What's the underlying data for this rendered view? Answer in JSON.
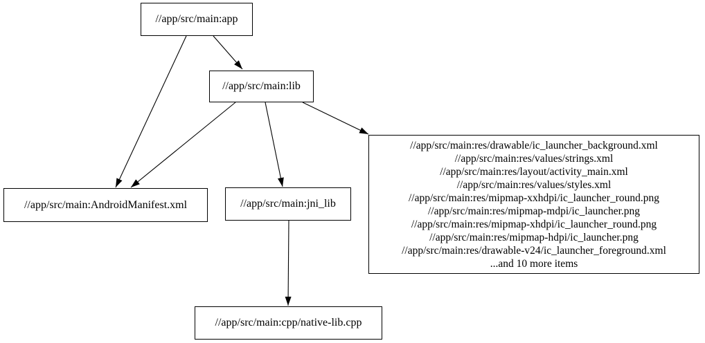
{
  "diagram": {
    "type": "dependency-graph",
    "background_color": "#ffffff",
    "stroke_color": "#000000",
    "node_fill_color": "#ffffff",
    "nodes": {
      "app": {
        "label": "//app/src/main:app"
      },
      "lib": {
        "label": "//app/src/main:lib"
      },
      "android_manifest": {
        "label": "//app/src/main:AndroidManifest.xml"
      },
      "jni_lib": {
        "label": "//app/src/main:jni_lib"
      },
      "native_lib_cpp": {
        "label": "//app/src/main:cpp/native-lib.cpp"
      },
      "resources": {
        "lines": [
          "//app/src/main:res/drawable/ic_launcher_background.xml",
          "//app/src/main:res/values/strings.xml",
          "//app/src/main:res/layout/activity_main.xml",
          "//app/src/main:res/values/styles.xml",
          "//app/src/main:res/mipmap-xxhdpi/ic_launcher_round.png",
          "//app/src/main:res/mipmap-mdpi/ic_launcher.png",
          "//app/src/main:res/mipmap-xhdpi/ic_launcher_round.png",
          "//app/src/main:res/mipmap-hdpi/ic_launcher.png",
          "//app/src/main:res/drawable-v24/ic_launcher_foreground.xml",
          "...and 10 more items"
        ]
      }
    },
    "edges": [
      {
        "from": "app",
        "to": "lib"
      },
      {
        "from": "app",
        "to": "android_manifest"
      },
      {
        "from": "lib",
        "to": "android_manifest"
      },
      {
        "from": "lib",
        "to": "jni_lib"
      },
      {
        "from": "lib",
        "to": "resources"
      },
      {
        "from": "jni_lib",
        "to": "native_lib_cpp"
      }
    ]
  }
}
